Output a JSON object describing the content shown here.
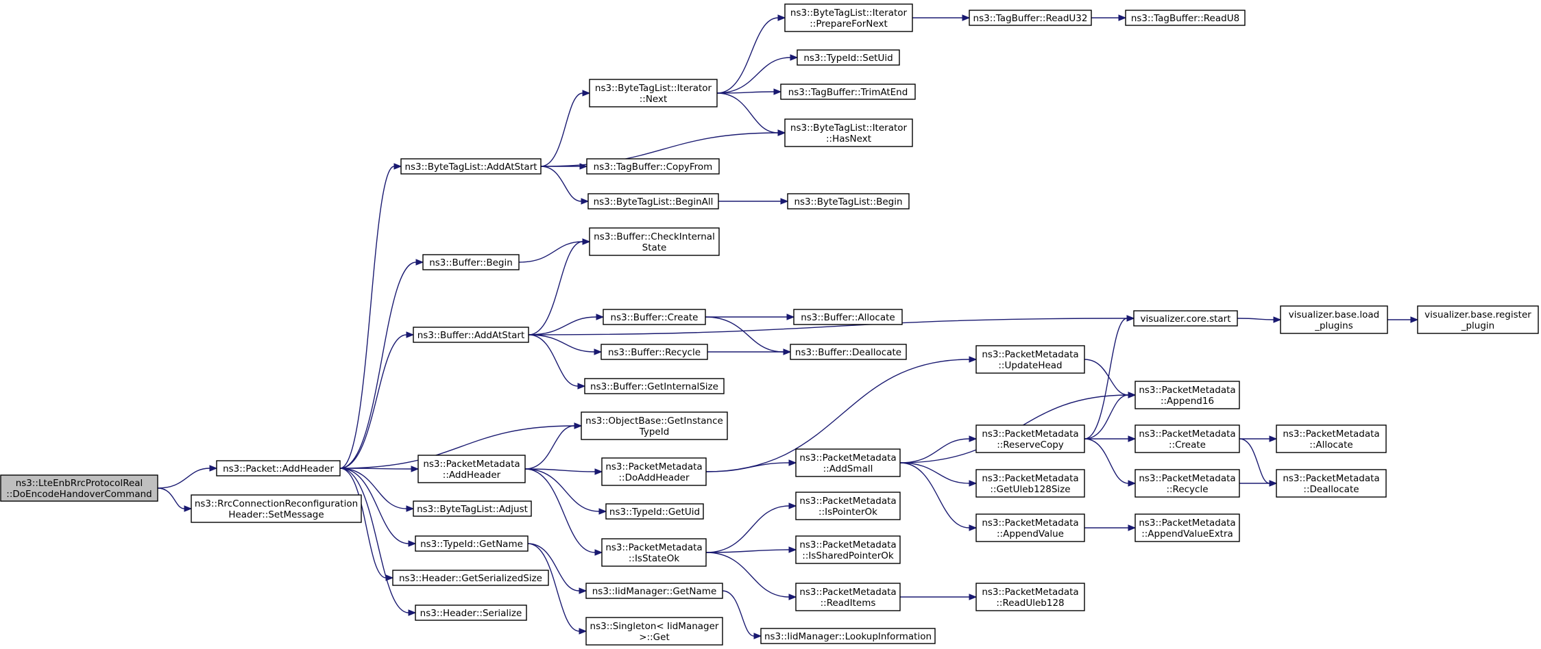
{
  "graph": {
    "root": "root",
    "nodes": [
      {
        "id": "root",
        "lines": [
          "ns3::LteEnbRrcProtocolReal",
          "::DoEncodeHandoverCommand"
        ]
      },
      {
        "id": "pkt_addheader",
        "lines": [
          "ns3::Packet::AddHeader"
        ]
      },
      {
        "id": "rrc_setmsg",
        "lines": [
          "ns3::RrcConnectionReconfiguration",
          "Header::SetMessage"
        ]
      },
      {
        "id": "btl_addatstart",
        "lines": [
          "ns3::ByteTagList::AddAtStart"
        ]
      },
      {
        "id": "buf_begin",
        "lines": [
          "ns3::Buffer::Begin"
        ]
      },
      {
        "id": "buf_addatstart",
        "lines": [
          "ns3::Buffer::AddAtStart"
        ]
      },
      {
        "id": "ob_getinstance",
        "lines": [
          "ns3::ObjectBase::GetInstance",
          "TypeId"
        ]
      },
      {
        "id": "pm_addheader",
        "lines": [
          "ns3::PacketMetadata",
          "::AddHeader"
        ]
      },
      {
        "id": "btl_adjust",
        "lines": [
          "ns3::ByteTagList::Adjust"
        ]
      },
      {
        "id": "typeid_getname",
        "lines": [
          "ns3::TypeId::GetName"
        ]
      },
      {
        "id": "hdr_getsersize",
        "lines": [
          "ns3::Header::GetSerializedSize"
        ]
      },
      {
        "id": "hdr_serialize",
        "lines": [
          "ns3::Header::Serialize"
        ]
      },
      {
        "id": "btli_next",
        "lines": [
          "ns3::ByteTagList::Iterator",
          "::Next"
        ]
      },
      {
        "id": "tb_copyfrom",
        "lines": [
          "ns3::TagBuffer::CopyFrom"
        ]
      },
      {
        "id": "btl_beginall",
        "lines": [
          "ns3::ByteTagList::BeginAll"
        ]
      },
      {
        "id": "buf_checkinternal",
        "lines": [
          "ns3::Buffer::CheckInternal",
          "State"
        ]
      },
      {
        "id": "buf_create",
        "lines": [
          "ns3::Buffer::Create"
        ]
      },
      {
        "id": "buf_recycle",
        "lines": [
          "ns3::Buffer::Recycle"
        ]
      },
      {
        "id": "buf_getinternalsize",
        "lines": [
          "ns3::Buffer::GetInternalSize"
        ]
      },
      {
        "id": "pm_doaddheader",
        "lines": [
          "ns3::PacketMetadata",
          "::DoAddHeader"
        ]
      },
      {
        "id": "typeid_getuid",
        "lines": [
          "ns3::TypeId::GetUid"
        ]
      },
      {
        "id": "pm_isstateok",
        "lines": [
          "ns3::PacketMetadata",
          "::IsStateOk"
        ]
      },
      {
        "id": "iid_getname",
        "lines": [
          "ns3::IidManager::GetName"
        ]
      },
      {
        "id": "singleton_get",
        "lines": [
          "ns3::Singleton< IidManager",
          ">::Get"
        ]
      },
      {
        "id": "btli_prepare",
        "lines": [
          "ns3::ByteTagList::Iterator",
          "::PrepareForNext"
        ]
      },
      {
        "id": "typeid_setuid",
        "lines": [
          "ns3::TypeId::SetUid"
        ]
      },
      {
        "id": "tb_trimatend",
        "lines": [
          "ns3::TagBuffer::TrimAtEnd"
        ]
      },
      {
        "id": "btli_hasnext",
        "lines": [
          "ns3::ByteTagList::Iterator",
          "::HasNext"
        ]
      },
      {
        "id": "btl_begin",
        "lines": [
          "ns3::ByteTagList::Begin"
        ]
      },
      {
        "id": "buf_allocate",
        "lines": [
          "ns3::Buffer::Allocate"
        ]
      },
      {
        "id": "buf_deallocate",
        "lines": [
          "ns3::Buffer::Deallocate"
        ]
      },
      {
        "id": "pm_addsmall",
        "lines": [
          "ns3::PacketMetadata",
          "::AddSmall"
        ]
      },
      {
        "id": "pm_ispointerok",
        "lines": [
          "ns3::PacketMetadata",
          "::IsPointerOk"
        ]
      },
      {
        "id": "pm_issharedpointerok",
        "lines": [
          "ns3::PacketMetadata",
          "::IsSharedPointerOk"
        ]
      },
      {
        "id": "pm_readitems",
        "lines": [
          "ns3::PacketMetadata",
          "::ReadItems"
        ]
      },
      {
        "id": "iid_lookup",
        "lines": [
          "ns3::IidManager::LookupInformation"
        ]
      },
      {
        "id": "tb_readu32",
        "lines": [
          "ns3::TagBuffer::ReadU32"
        ]
      },
      {
        "id": "tb_readu8",
        "lines": [
          "ns3::TagBuffer::ReadU8"
        ]
      },
      {
        "id": "viz_core_start",
        "lines": [
          "visualizer.core.start"
        ]
      },
      {
        "id": "pm_updatehead",
        "lines": [
          "ns3::PacketMetadata",
          "::UpdateHead"
        ]
      },
      {
        "id": "pm_reservecopy",
        "lines": [
          "ns3::PacketMetadata",
          "::ReserveCopy"
        ]
      },
      {
        "id": "pm_getuleb",
        "lines": [
          "ns3::PacketMetadata",
          "::GetUleb128Size"
        ]
      },
      {
        "id": "pm_appendvalue",
        "lines": [
          "ns3::PacketMetadata",
          "::AppendValue"
        ]
      },
      {
        "id": "pm_readuleb",
        "lines": [
          "ns3::PacketMetadata",
          "::ReadUleb128"
        ]
      },
      {
        "id": "viz_loadplugins",
        "lines": [
          "visualizer.base.load",
          "_plugins"
        ]
      },
      {
        "id": "pm_append16",
        "lines": [
          "ns3::PacketMetadata",
          "::Append16"
        ]
      },
      {
        "id": "pm_create",
        "lines": [
          "ns3::PacketMetadata",
          "::Create"
        ]
      },
      {
        "id": "pm_recycle",
        "lines": [
          "ns3::PacketMetadata",
          "::Recycle"
        ]
      },
      {
        "id": "pm_appendvalueextra",
        "lines": [
          "ns3::PacketMetadata",
          "::AppendValueExtra"
        ]
      },
      {
        "id": "viz_register",
        "lines": [
          "visualizer.base.register",
          "_plugin"
        ]
      },
      {
        "id": "pm_allocate",
        "lines": [
          "ns3::PacketMetadata",
          "::Allocate"
        ]
      },
      {
        "id": "pm_deallocate",
        "lines": [
          "ns3::PacketMetadata",
          "::Deallocate"
        ]
      }
    ],
    "edges": [
      [
        "root",
        "pkt_addheader"
      ],
      [
        "root",
        "rrc_setmsg"
      ],
      [
        "pkt_addheader",
        "btl_addatstart"
      ],
      [
        "pkt_addheader",
        "buf_begin"
      ],
      [
        "pkt_addheader",
        "buf_addatstart"
      ],
      [
        "pkt_addheader",
        "ob_getinstance"
      ],
      [
        "pkt_addheader",
        "pm_addheader"
      ],
      [
        "pkt_addheader",
        "btl_adjust"
      ],
      [
        "pkt_addheader",
        "typeid_getname"
      ],
      [
        "pkt_addheader",
        "hdr_getsersize"
      ],
      [
        "pkt_addheader",
        "hdr_serialize"
      ],
      [
        "btl_addatstart",
        "btli_next"
      ],
      [
        "btl_addatstart",
        "btli_hasnext"
      ],
      [
        "btl_addatstart",
        "tb_copyfrom"
      ],
      [
        "btl_addatstart",
        "btl_beginall"
      ],
      [
        "btli_next",
        "btli_prepare"
      ],
      [
        "btli_next",
        "typeid_setuid"
      ],
      [
        "btli_next",
        "tb_trimatend"
      ],
      [
        "btli_next",
        "btli_hasnext"
      ],
      [
        "btli_prepare",
        "tb_readu32"
      ],
      [
        "tb_readu32",
        "tb_readu8"
      ],
      [
        "btl_beginall",
        "btl_begin"
      ],
      [
        "buf_begin",
        "buf_checkinternal"
      ],
      [
        "buf_addatstart",
        "buf_checkinternal"
      ],
      [
        "buf_addatstart",
        "viz_core_start"
      ],
      [
        "buf_addatstart",
        "buf_create"
      ],
      [
        "buf_addatstart",
        "buf_recycle"
      ],
      [
        "buf_addatstart",
        "buf_getinternalsize"
      ],
      [
        "buf_create",
        "buf_allocate"
      ],
      [
        "buf_create",
        "buf_deallocate"
      ],
      [
        "buf_recycle",
        "buf_deallocate"
      ],
      [
        "viz_core_start",
        "viz_loadplugins"
      ],
      [
        "viz_loadplugins",
        "viz_register"
      ],
      [
        "pm_addheader",
        "ob_getinstance"
      ],
      [
        "pm_addheader",
        "pm_doaddheader"
      ],
      [
        "pm_addheader",
        "typeid_getuid"
      ],
      [
        "pm_addheader",
        "pm_isstateok"
      ],
      [
        "pm_doaddheader",
        "pm_updatehead"
      ],
      [
        "pm_doaddheader",
        "pm_addsmall"
      ],
      [
        "pm_updatehead",
        "pm_append16"
      ],
      [
        "pm_addsmall",
        "pm_append16"
      ],
      [
        "pm_addsmall",
        "pm_reservecopy"
      ],
      [
        "pm_addsmall",
        "pm_getuleb"
      ],
      [
        "pm_addsmall",
        "pm_appendvalue"
      ],
      [
        "pm_reservecopy",
        "viz_core_start"
      ],
      [
        "pm_reservecopy",
        "pm_append16"
      ],
      [
        "pm_reservecopy",
        "pm_create"
      ],
      [
        "pm_reservecopy",
        "pm_recycle"
      ],
      [
        "pm_create",
        "pm_allocate"
      ],
      [
        "pm_create",
        "pm_deallocate"
      ],
      [
        "pm_recycle",
        "pm_deallocate"
      ],
      [
        "pm_appendvalue",
        "pm_appendvalueextra"
      ],
      [
        "pm_isstateok",
        "pm_ispointerok"
      ],
      [
        "pm_isstateok",
        "pm_issharedpointerok"
      ],
      [
        "pm_isstateok",
        "pm_readitems"
      ],
      [
        "pm_readitems",
        "pm_readuleb"
      ],
      [
        "typeid_getname",
        "iid_getname"
      ],
      [
        "typeid_getname",
        "singleton_get"
      ],
      [
        "iid_getname",
        "iid_lookup"
      ]
    ]
  }
}
